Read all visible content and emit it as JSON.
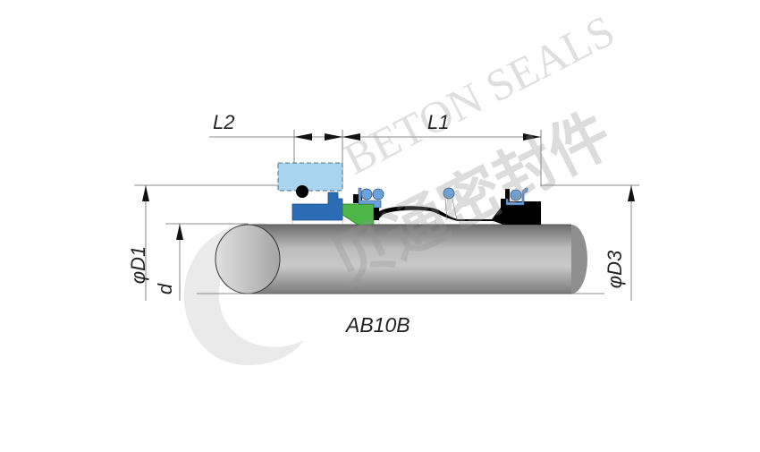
{
  "diagram": {
    "model_label": "AB10B",
    "dimensions": {
      "L1": "L1",
      "L2": "L2",
      "D1": "φD1",
      "D3": "φD3",
      "d": "d"
    },
    "watermark": {
      "text_en": "BETON SEALS",
      "text_cn": "贝通密封件"
    },
    "colors": {
      "shaft": "#a8a8a8",
      "seat_blue": "#2a6db5",
      "seat_dashed": "#a8d4f0",
      "oring_blue": "#6aa3dc",
      "green_ring": "#4db848",
      "body_black": "#000000",
      "dim_line": "#555555"
    }
  }
}
